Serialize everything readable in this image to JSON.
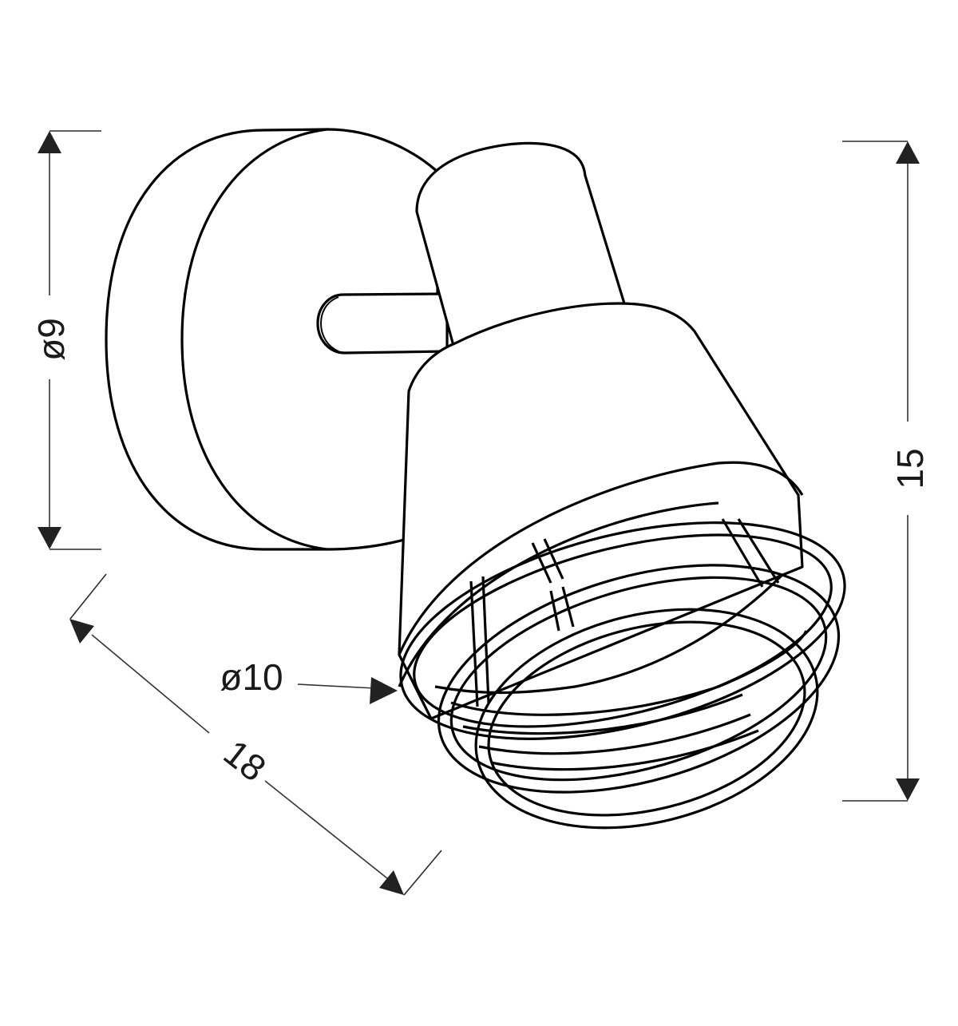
{
  "diagram": {
    "subject": "Wall spot lamp with cage shade",
    "line_color": "#000000",
    "background": "#ffffff",
    "dimensions": {
      "backplate_diameter": {
        "label": "ø9",
        "orientation": "vertical, rotated -90°"
      },
      "total_height": {
        "label": "15",
        "orientation": "vertical, rotated -90°"
      },
      "shade_diameter": {
        "label": "ø10",
        "orientation": "horizontal leader arrow"
      },
      "projection_depth": {
        "label": "18",
        "orientation": "diagonal, rotated ~37°"
      }
    },
    "parts": [
      "wall-backplate",
      "arm",
      "joint-collar",
      "conical-shade",
      "wire-cage"
    ]
  }
}
